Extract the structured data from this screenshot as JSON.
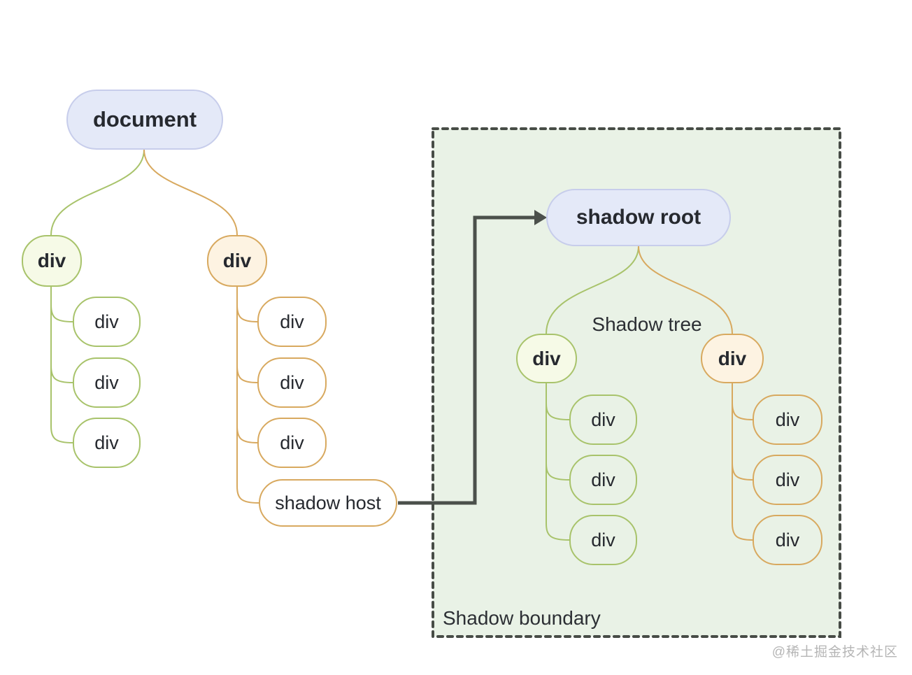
{
  "diagram": {
    "nodes": {
      "document": "document",
      "shadow_root": "shadow root",
      "shadow_host": "shadow host",
      "div": "div"
    },
    "labels": {
      "shadow_tree": "Shadow tree",
      "shadow_boundary": "Shadow boundary"
    },
    "watermark": "@稀土掘金技术社区",
    "colors": {
      "lavender_fill": "#e4e9f8",
      "lavender_border": "#c7cdeb",
      "green_fill": "#f6fae7",
      "green_border": "#a8c36b",
      "orange_fill": "#fdf3e2",
      "orange_border": "#d8a95f",
      "boundary_fill": "#e9f2e6",
      "boundary_stroke": "#474c46",
      "arrow": "#4b504b",
      "text": "#26292f",
      "watermark": "#b5b5b5"
    }
  }
}
